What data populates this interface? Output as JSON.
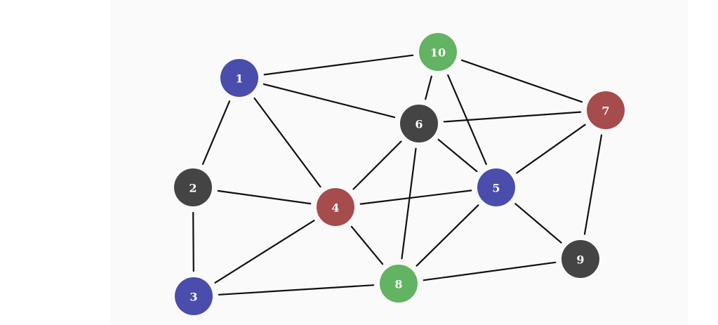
{
  "colors": {
    "blue": "#4a4dab",
    "green": "#62b362",
    "red": "#a64c4c",
    "dark": "#444444"
  },
  "graph": {
    "nodes": [
      {
        "id": "1",
        "label": "1",
        "color": "blue"
      },
      {
        "id": "2",
        "label": "2",
        "color": "dark"
      },
      {
        "id": "3",
        "label": "3",
        "color": "blue"
      },
      {
        "id": "4",
        "label": "4",
        "color": "red"
      },
      {
        "id": "5",
        "label": "5",
        "color": "blue"
      },
      {
        "id": "6",
        "label": "6",
        "color": "dark"
      },
      {
        "id": "7",
        "label": "7",
        "color": "red"
      },
      {
        "id": "8",
        "label": "8",
        "color": "green"
      },
      {
        "id": "9",
        "label": "9",
        "color": "dark"
      },
      {
        "id": "10",
        "label": "10",
        "color": "green"
      }
    ],
    "edges": [
      [
        "1",
        "10"
      ],
      [
        "1",
        "6"
      ],
      [
        "1",
        "2"
      ],
      [
        "1",
        "4"
      ],
      [
        "10",
        "6"
      ],
      [
        "10",
        "7"
      ],
      [
        "10",
        "5"
      ],
      [
        "6",
        "7"
      ],
      [
        "6",
        "4"
      ],
      [
        "6",
        "5"
      ],
      [
        "6",
        "8"
      ],
      [
        "7",
        "5"
      ],
      [
        "7",
        "9"
      ],
      [
        "2",
        "4"
      ],
      [
        "2",
        "3"
      ],
      [
        "4",
        "5"
      ],
      [
        "4",
        "3"
      ],
      [
        "4",
        "8"
      ],
      [
        "5",
        "8"
      ],
      [
        "5",
        "9"
      ],
      [
        "3",
        "8"
      ],
      [
        "8",
        "9"
      ]
    ]
  }
}
